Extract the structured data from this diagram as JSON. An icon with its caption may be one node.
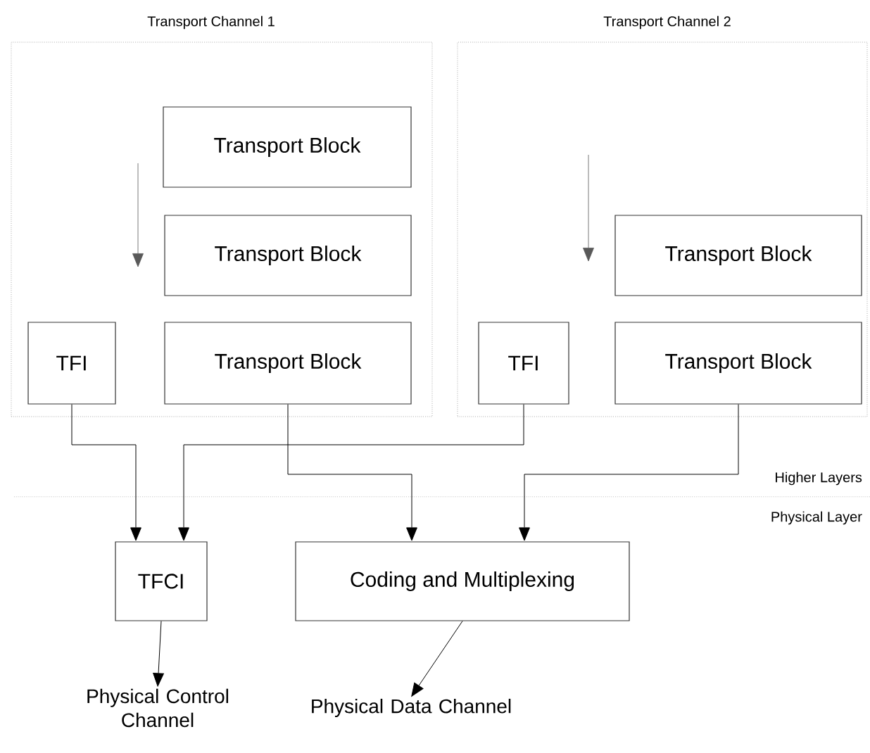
{
  "diagram": {
    "nodes": [
      {
        "text": [
          "Transport Channel 1"
        ]
      },
      {
        "text": [
          "Transport Block"
        ],
        "in": 0
      },
      {
        "text": [
          "Transport Block"
        ],
        "in": 0
      },
      {
        "text": [
          "TFI"
        ],
        "in": 0
      },
      {
        "text": [
          "Transport Block"
        ],
        "in": 0
      },
      {
        "text": [
          "Transport Channel 2"
        ]
      },
      {
        "text": [
          "Transport Block"
        ],
        "in": 5
      },
      {
        "text": [
          "TFI"
        ],
        "in": 5
      },
      {
        "text": [
          "Transport Block"
        ],
        "in": 5
      },
      {
        "text": [
          "TFCI"
        ]
      },
      {
        "text": [
          "Coding and Multiplexing"
        ]
      },
      {
        "text": [
          "Physical Control Channel"
        ]
      },
      {
        "text": [
          "Physical Data Channel"
        ]
      }
    ],
    "edges": [
      {
        "from": 3,
        "to": 9,
        "arrow": "to"
      },
      {
        "from": 7,
        "to": 9,
        "arrow": "to"
      },
      {
        "from": 4,
        "to": 10,
        "arrow": "to"
      },
      {
        "from": 8,
        "to": 10,
        "arrow": "to"
      },
      {
        "from": 9,
        "to": 11,
        "arrow": "to"
      },
      {
        "from": 10,
        "to": 12,
        "arrow": "to"
      }
    ],
    "labels": [
      "Higher Layers",
      "Physical Layer"
    ]
  }
}
